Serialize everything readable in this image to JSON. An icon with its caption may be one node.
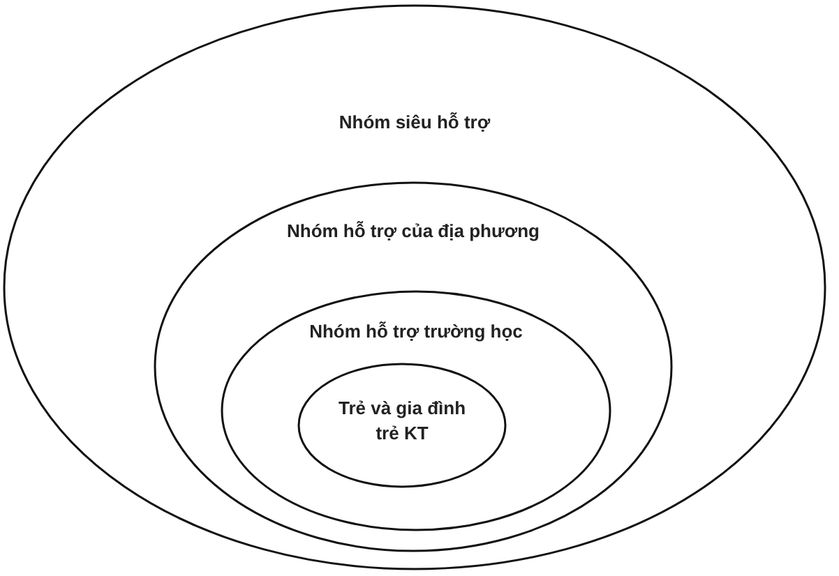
{
  "diagram": {
    "nodes": [
      {
        "text": [
          "Nhóm siêu hỗ trợ"
        ]
      },
      {
        "text": [
          "Nhóm hỗ trợ của địa phương"
        ],
        "in": 0
      },
      {
        "text": [
          "Nhóm hỗ trợ trường học"
        ],
        "in": 1
      },
      {
        "text": [
          "Trẻ và gia đình trẻ KT"
        ],
        "in": 2
      }
    ]
  }
}
